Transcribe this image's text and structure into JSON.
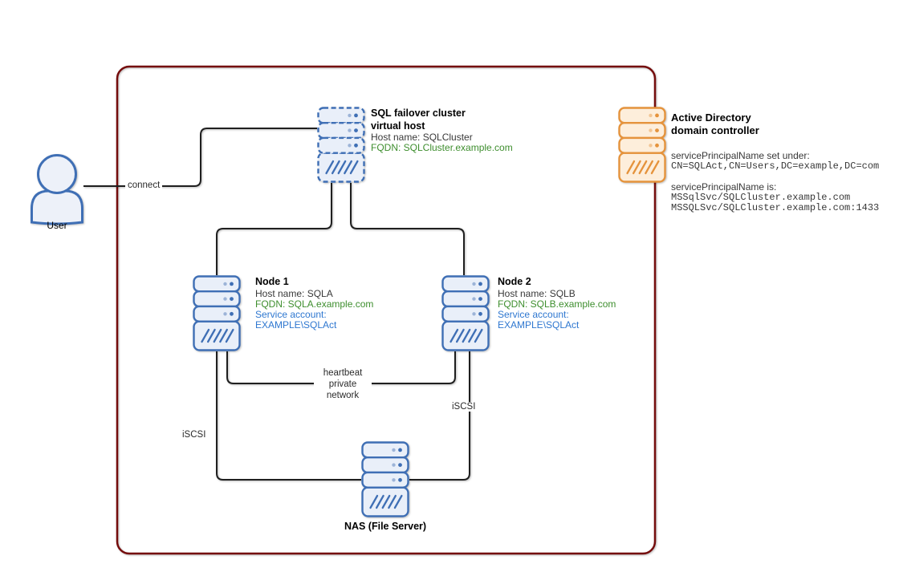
{
  "user": {
    "label": "User"
  },
  "edges": {
    "connect": "connect",
    "heartbeat_line1": "heartbeat",
    "heartbeat_line2": "private",
    "heartbeat_line3": "network",
    "iscsi_left": "iSCSI",
    "iscsi_right": "iSCSI"
  },
  "virtual_host": {
    "title1": "SQL failover cluster",
    "title2": "virtual host",
    "host": "Host name: SQLCluster",
    "fqdn": "FQDN: SQLCluster.example.com"
  },
  "node1": {
    "title": "Node 1",
    "host": "Host name: SQLA",
    "fqdn": "FQDN: SQLA.example.com",
    "service1": "Service account:",
    "service2": "EXAMPLE\\SQLAct"
  },
  "node2": {
    "title": "Node 2",
    "host": "Host name: SQLB",
    "fqdn": "FQDN: SQLB.example.com",
    "service1": "Service account:",
    "service2": "EXAMPLE\\SQLAct"
  },
  "nas": {
    "label": "NAS (File Server)"
  },
  "ad": {
    "title1": "Active Directory",
    "title2": "domain controller",
    "spn_set": "servicePrincipalName set under:",
    "spn_dn": "CN=SQLAct,CN=Users,DC=example,DC=com",
    "spn_is": "servicePrincipalName is:",
    "spn_value1": "MSSqlSvc/SQLCluster.example.com",
    "spn_value2": "MSSQLSvc/SQLCluster.example.com:1433"
  },
  "colors": {
    "server_stroke": "#3f6fb5",
    "server_fill": "#e9eff9",
    "server_dot_light": "#9db4d8",
    "ad_stroke": "#e5933c",
    "ad_fill": "#fdeedb",
    "ad_dot_light": "#f2c593",
    "user_stroke": "#3f6fb5",
    "user_fill": "#edf1f9",
    "boundary": "#750d0d",
    "edge": "#1f1f1f",
    "green_text": "#3e8e2e",
    "blue_text": "#2e77d0"
  }
}
